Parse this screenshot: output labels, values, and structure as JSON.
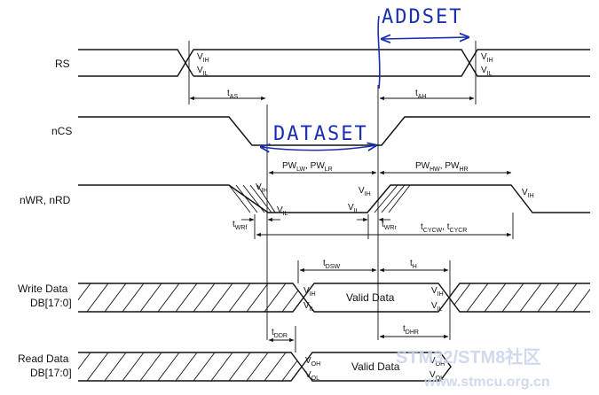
{
  "signals": {
    "rs": "RS",
    "ncs": "nCS",
    "nwr_nrd": "nWR, nRD",
    "write_data_1": "Write Data",
    "write_data_2": "DB[17:0]",
    "read_data_1": "Read Data",
    "read_data_2": "DB[17:0]"
  },
  "levels": {
    "v": "V",
    "ih": "IH",
    "il": "IL",
    "oh": "OH",
    "ol": "OL"
  },
  "timing": {
    "t": "t",
    "as": "AS",
    "ah": "AH",
    "pw": "PW",
    "lw": "LW",
    "lr": "LR",
    "hw": "HW",
    "hr": "HR",
    "sep": ",",
    "wrf": "WRf",
    "wrr": "WRr",
    "cycw": "CYCW",
    "cycr": "CYCR",
    "dsw": "DSW",
    "h": "H",
    "ddr": "DDR",
    "dhr": "DHR"
  },
  "data_labels": {
    "write_valid": "Valid Data",
    "read_valid": "Valid Data"
  },
  "annotations": {
    "addset": "ADDSET",
    "dataset": "DATASET"
  },
  "watermark": {
    "line1": "STM32/STM8社区",
    "line2": "www.stmcu.org.cn"
  },
  "colors": {
    "ink": "#111111",
    "annotation": "#1a2fb0",
    "watermark": "#c9d3ec"
  }
}
